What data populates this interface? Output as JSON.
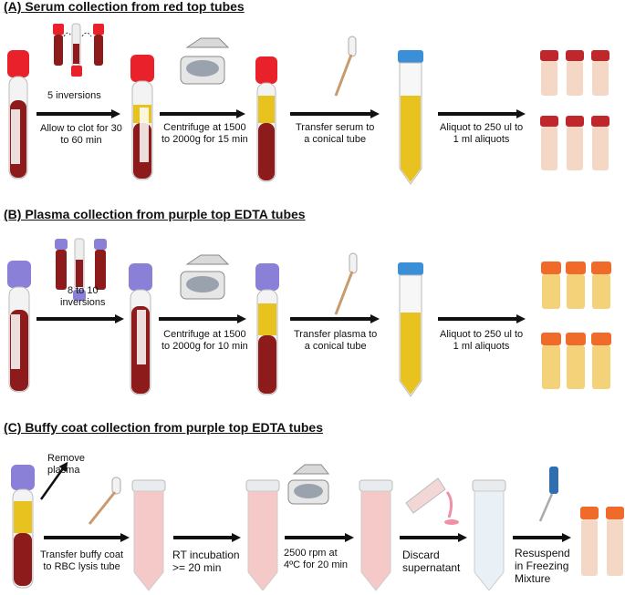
{
  "sections": {
    "a": {
      "title": "(A) Serum collection from red top tubes",
      "inversions": "5 inversions",
      "clot": [
        "Allow to clot for 30",
        "to 60 min"
      ],
      "centrifuge": [
        "Centrifuge at 1500",
        "to 2000g for 15 min"
      ],
      "transfer": [
        "Transfer serum to",
        "a conical tube"
      ],
      "aliquot": [
        "Aliquot to 250 ul to",
        "1 ml aliquots"
      ]
    },
    "b": {
      "title": "(B) Plasma collection from purple top EDTA tubes",
      "inversions": [
        "8 to 10",
        "inversions"
      ],
      "centrifuge": [
        "Centrifuge at 1500",
        "to 2000g for 10 min"
      ],
      "transfer": [
        "Transfer plasma to",
        "a conical tube"
      ],
      "aliquot": [
        "Aliquot to 250 ul to",
        "1 ml aliquots"
      ]
    },
    "c": {
      "title": "(C) Buffy coat collection from purple top EDTA tubes",
      "remove": [
        "Remove",
        "plasma"
      ],
      "transfer": [
        "Transfer buffy coat",
        "to RBC lysis tube"
      ],
      "incubation": [
        "RT incubation",
        ">= 20 min"
      ],
      "spin": [
        "2500 rpm at",
        "4ºC for 20 min"
      ],
      "discard": [
        "Discard",
        "supernatant"
      ],
      "resuspend": [
        "Resuspend",
        "in Freezing",
        "Mixture"
      ]
    }
  },
  "colors": {
    "red_cap": "#e8212a",
    "purple_cap": "#8a80d8",
    "blue_cap": "#3b8fd6",
    "orange_cap": "#f06a2a",
    "blood": "#8e1b1b",
    "serum": "#e8c21e",
    "pink": "#f6c9c9"
  }
}
